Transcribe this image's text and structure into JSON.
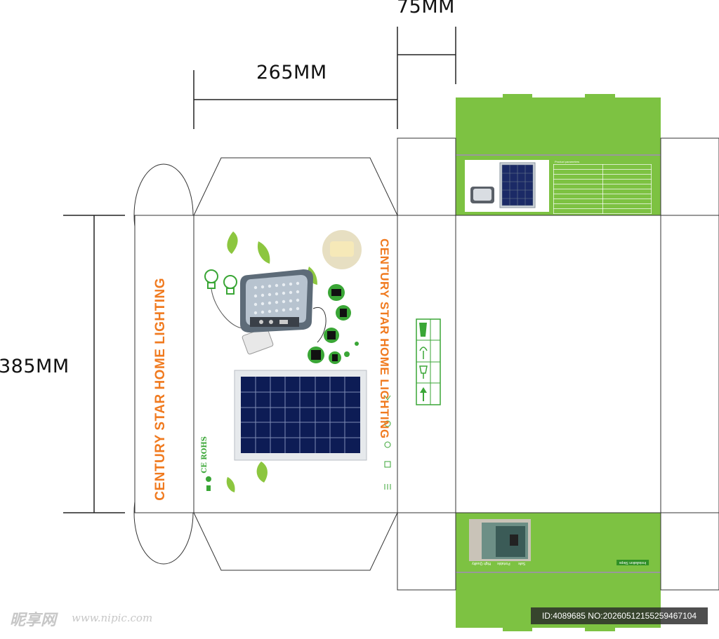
{
  "dimensions": {
    "width_label": "265MM",
    "depth_label": "75MM",
    "height_label": "385MM"
  },
  "brand": {
    "name": "CENTURY STAR HOME LIGHTING"
  },
  "compliance": {
    "marks": "CE ROHS"
  },
  "top_panel": {
    "spec_title": "Product parameters"
  },
  "bottom_panel": {
    "install_title": "Installation Steps",
    "features": [
      "Safe",
      "Portable",
      "High Quality"
    ]
  },
  "handling_icons": [
    "fragile-icon",
    "keep-dry-icon",
    "glass-icon",
    "this-way-up-icon"
  ],
  "watermark": {
    "logo": "昵享网",
    "url": "www.nipic.com",
    "id_text": "ID:4089685 NO:20260512155259467104"
  },
  "colors": {
    "green": "#7dc242",
    "orange": "#f07a1f",
    "line": "#222222"
  }
}
